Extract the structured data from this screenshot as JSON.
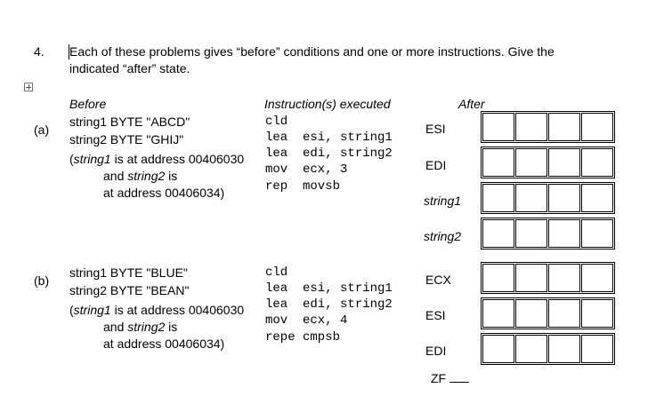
{
  "question": {
    "number": "4.",
    "line1": "Each of these problems gives “before” conditions and one or more instructions.  Give the",
    "line2": "indicated “after” state."
  },
  "headers": {
    "before": "Before",
    "instructions": "Instruction(s) executed",
    "after": "After"
  },
  "part_a": {
    "label": "(a)",
    "before": {
      "line1": "string1 BYTE \"ABCD\"",
      "line2": "string2 BYTE \"GHIJ\"",
      "line3_italic": "string1",
      "line3_rest": " is at address 00406030",
      "line4_prefix": "and ",
      "line4_italic": "string2",
      "line4_rest": " is",
      "line5": "at address 00406034)"
    },
    "instructions": [
      "cld",
      "lea  esi, string1",
      "lea  edi, string2",
      "mov  ecx, 3",
      "rep  movsb"
    ],
    "after_labels": [
      "ESI",
      "EDI",
      "string1",
      "string2"
    ]
  },
  "part_b": {
    "label": "(b)",
    "before": {
      "line1": "string1 BYTE \"BLUE\"",
      "line2": "string2 BYTE \"BEAN\"",
      "line3_italic": "string1",
      "line3_rest": " is at address 00406030",
      "line4_prefix": "and ",
      "line4_italic": "string2",
      "line4_rest": " is",
      "line5": "at address 00406034)"
    },
    "instructions": [
      "cld",
      "lea  esi, string1",
      "lea  edi, string2",
      "mov  ecx, 4",
      "repe cmpsb"
    ],
    "after_labels": [
      "ECX",
      "ESI",
      "EDI"
    ],
    "zf_label": "ZF"
  }
}
